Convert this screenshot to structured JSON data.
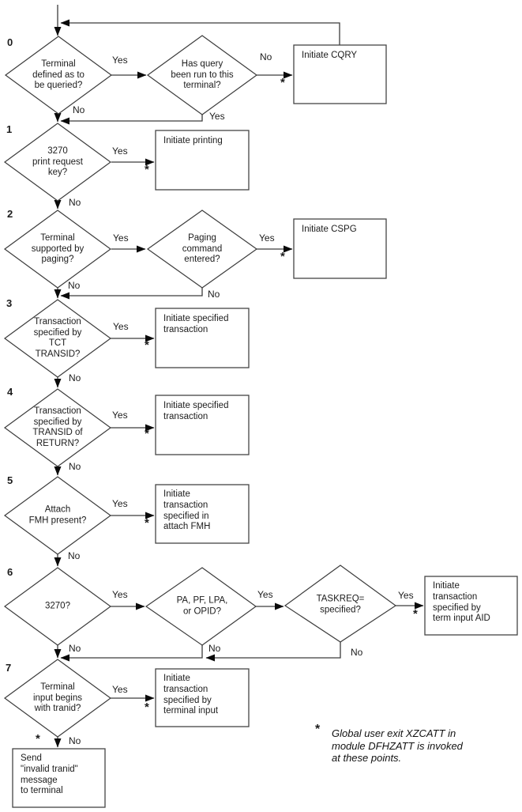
{
  "labels": {
    "yes": "Yes",
    "no": "No",
    "star": "*"
  },
  "steps": [
    {
      "num": "0",
      "question": "Terminal\ndefined as to\nbe queried?"
    },
    {
      "num": "1",
      "question": "3270\nprint request\nkey?"
    },
    {
      "num": "2",
      "question": "Terminal\nsupported by\npaging?"
    },
    {
      "num": "3",
      "question": "Transaction\nspecified by\nTCT\nTRANSID?"
    },
    {
      "num": "4",
      "question": "Transaction\nspecified by\nTRANSID of\nRETURN?"
    },
    {
      "num": "5",
      "question": "Attach\nFMH present?"
    },
    {
      "num": "6",
      "question": "3270?"
    },
    {
      "num": "7",
      "question": "Terminal\ninput begins\nwith tranid?"
    }
  ],
  "secondary": {
    "query": "Has query\nbeen run to this\nterminal?",
    "paging": "Paging\ncommand\nentered?",
    "aid": "PA, PF, LPA,\nor OPID?",
    "taskreq": "TASKREQ=\nspecified?"
  },
  "boxes": {
    "cqry": "Initiate CQRY",
    "printing": "Initiate printing",
    "cspg": "Initiate CSPG",
    "tct": "Initiate specified\ntransaction",
    "return_transid": "Initiate specified\ntransaction",
    "attach_fmh": "Initiate\ntransaction\nspecified in\nattach FMH",
    "term_aid": "Initiate\ntransaction\nspecified by\nterm input AID",
    "terminal_input": "Initiate\ntransaction\nspecified by\nterminal input",
    "invalid_tranid": "Send\n\"invalid tranid\"\nmessage\nto terminal"
  },
  "footnote": {
    "marker": "*",
    "text": "Global user exit XZCATT in\nmodule DFHZATT is invoked\nat these points."
  },
  "colors": {
    "line": "#3c3c3c",
    "arrow": "#0a0a0a",
    "background": "#ffffff"
  }
}
